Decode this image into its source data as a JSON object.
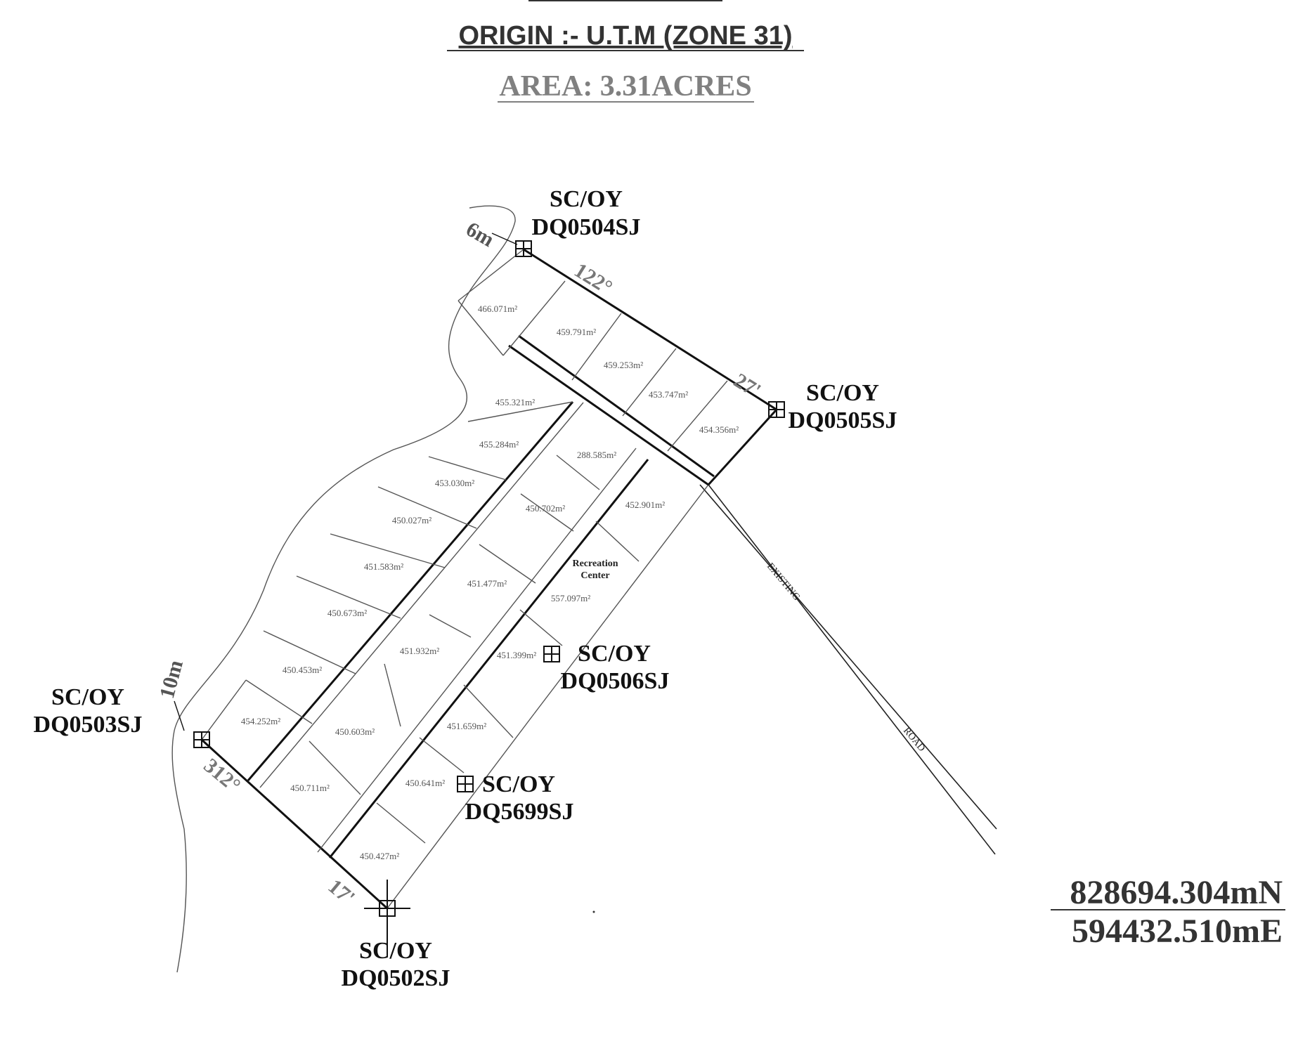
{
  "header": {
    "origin": "ORIGIN :- U.T.M (ZONE 31)",
    "area": "AREA: 3.31ACRES"
  },
  "pillars": [
    {
      "line1": "SC/OY",
      "line2": "DQ0504SJ"
    },
    {
      "line1": "SC/OY",
      "line2": "DQ0505SJ"
    },
    {
      "line1": "SC/OY",
      "line2": "DQ0503SJ"
    },
    {
      "line1": "SC/OY",
      "line2": "DQ0506SJ"
    },
    {
      "line1": "SC/OY",
      "line2": "DQ5699SJ"
    },
    {
      "line1": "SC/OY",
      "line2": "DQ0502SJ"
    }
  ],
  "boundary_labels": {
    "bearing_top": "122°",
    "bearing_left": "312°",
    "dist_right": "27'",
    "dist_bottom": "17'",
    "setback_top": "6m",
    "setback_left": "10m"
  },
  "plots": [
    "466.071m²",
    "459.791m²",
    "459.253m²",
    "453.747m²",
    "454.356m²",
    "455.321m²",
    "455.284m²",
    "453.030m²",
    "450.027m²",
    "451.583m²",
    "450.673m²",
    "450.453m²",
    "454.252m²",
    "450.711m²",
    "288.585m²",
    "450.702m²",
    "451.477m²",
    "451.932m²",
    "450.603m²",
    "452.901m²",
    "557.097m²",
    "451.399m²",
    "451.659m²",
    "450.641m²",
    "450.427m²"
  ],
  "recreation": {
    "line1": "Recreation",
    "line2": "Center"
  },
  "road": {
    "word1": "EXISTING",
    "word2": "ROAD"
  },
  "coordinates": {
    "northing": "828694.304mN",
    "easting": "594432.510mE"
  }
}
